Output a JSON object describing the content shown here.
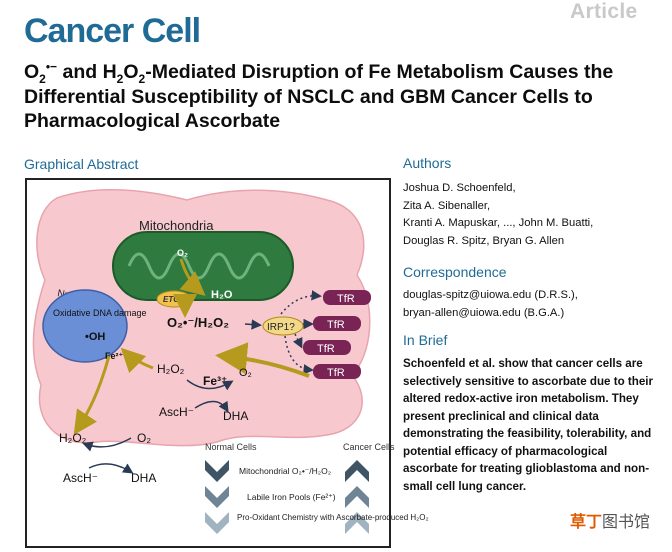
{
  "header": {
    "article_label": "Article",
    "journal_name": "Cancer Cell"
  },
  "title": {
    "part1": "O",
    "sub1": "2",
    "sup1": "•−",
    "part2": " and H",
    "sub2": "2",
    "part3": "O",
    "sub3": "2",
    "part4": "-Mediated Disruption of Fe Metabolism Causes the Differential Susceptibility of NSCLC and GBM Cancer Cells to Pharmacological Ascorbate"
  },
  "graphical_abstract": {
    "heading": "Graphical Abstract",
    "mitochondria_label": "Mitochondria",
    "o2_top": "O₂",
    "etc_label": "ETC",
    "h2o_label": "H₂O",
    "superoxide_h2o2": "O₂•⁻/H₂O₂",
    "irp_label": "IRP1?",
    "tfr_labels": [
      "TfR",
      "TfR",
      "TfR",
      "TfR"
    ],
    "nucleus_label": "Nucleus",
    "oxidative_damage": "Oxidative DNA damage",
    "oh_label": "•OH",
    "fe2_label": "Fe²⁺",
    "h2o2_mid": "H₂O₂",
    "fe3_label": "Fe³⁺",
    "o2_mid": "O₂",
    "asch_mid": "AscH⁻",
    "dha_mid": "DHA",
    "h2o2_low": "H₂O₂",
    "o2_low": "O₂",
    "asch_low": "AscH⁻",
    "dha_low": "DHA",
    "normal_cells": "Normal Cells",
    "cancer_cells": "Cancer Cells",
    "row1": "Mitochondrial O₂•⁻/H₂O₂",
    "row2": "Labile Iron Pools (Fe²⁺)",
    "row3": "Pro-Oxidant Chemistry with Ascorbate-produced H₂O₂",
    "colors": {
      "cell_fill": "#f7c9cf",
      "cell_stroke": "#e8a4ad",
      "mito_fill": "#2f7a3f",
      "nucleus_fill": "#6b8fd6",
      "arrow_gold": "#b59a1e",
      "tfr_fill": "#7a2456",
      "chevron_dark": "#3f5566",
      "chevron_light": "#9fb3c0"
    }
  },
  "authors": {
    "heading": "Authors",
    "line1": "Joshua D. Schoenfeld,",
    "line2": "Zita A. Sibenaller,",
    "line3": "Kranti A. Mapuskar, ..., John M. Buatti,",
    "line4": "Douglas R. Spitz, Bryan G. Allen"
  },
  "correspondence": {
    "heading": "Correspondence",
    "line1": "douglas-spitz@uiowa.edu (D.R.S.),",
    "line2": "bryan-allen@uiowa.edu (B.G.A.)"
  },
  "in_brief": {
    "heading": "In Brief",
    "text": "Schoenfeld et al. show that cancer cells are selectively sensitive to ascorbate due to their altered redox-active iron metabolism. They present preclinical and clinical data demonstrating the feasibility, tolerability, and potential efficacy of pharmacological ascorbate for treating glioblastoma and non-small cell lung cancer."
  },
  "watermark": {
    "accent": "草丁",
    "rest": "图书馆"
  }
}
